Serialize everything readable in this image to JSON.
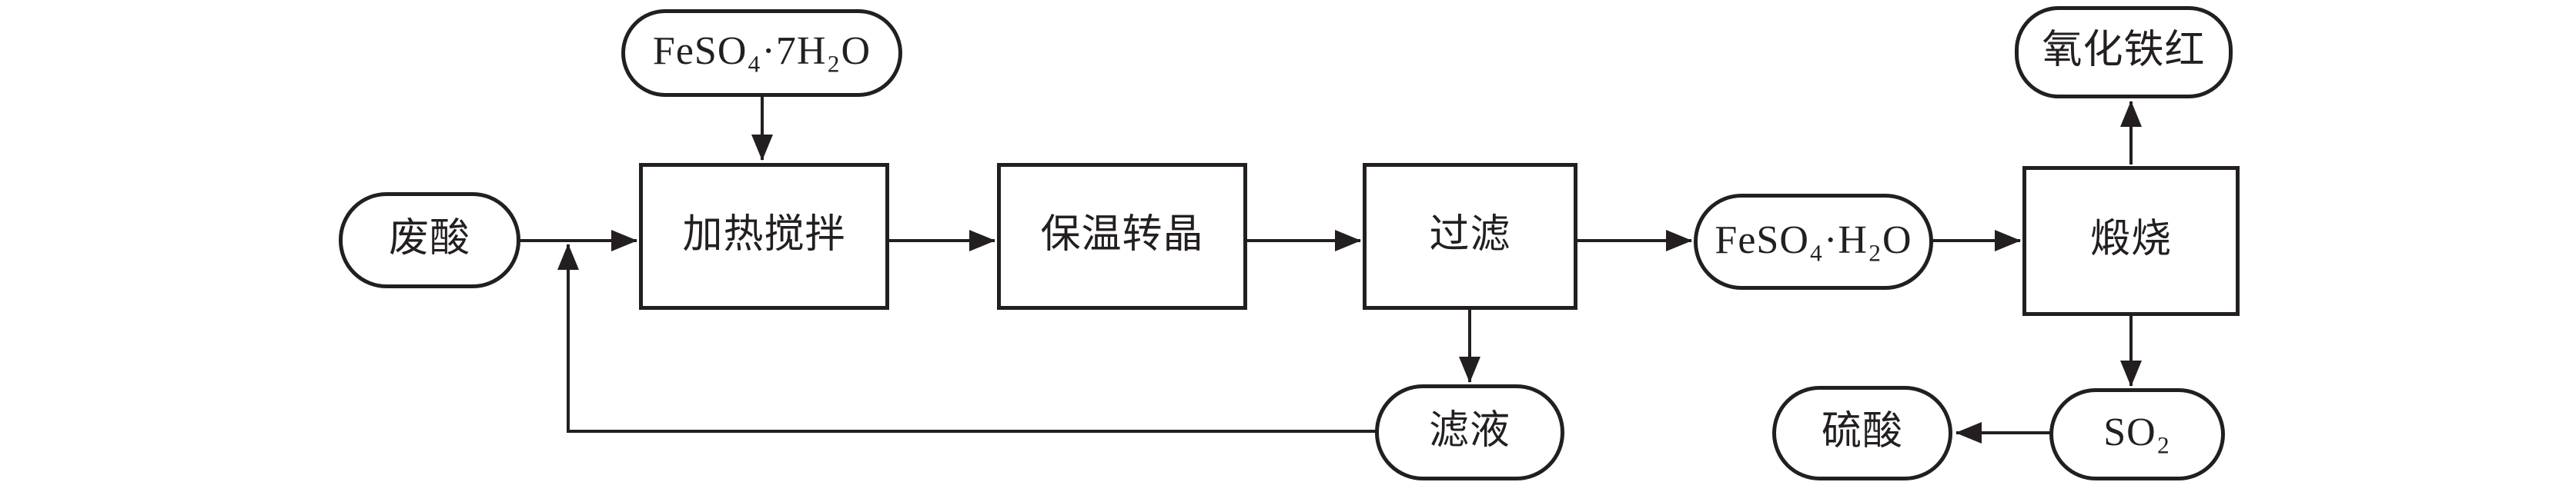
{
  "diagram": {
    "type": "process-flowchart",
    "language": "zh-CN",
    "background_color": "#ffffff",
    "line_color": "#231f20",
    "nodes": {
      "feso4_7h2o": {
        "label": "FeSO₄·7H₂O",
        "shape": "stadium",
        "role": "input-material"
      },
      "waste_acid": {
        "label": "废酸",
        "shape": "stadium",
        "role": "input-material"
      },
      "heat_stir": {
        "label": "加热搅拌",
        "shape": "rect",
        "role": "process-step"
      },
      "insulate_crystal": {
        "label": "保温转晶",
        "shape": "rect",
        "role": "process-step"
      },
      "filter": {
        "label": "过滤",
        "shape": "rect",
        "role": "process-step"
      },
      "feso4_h2o": {
        "label": "FeSO₄·H₂O",
        "shape": "stadium",
        "role": "intermediate"
      },
      "calcine": {
        "label": "煅烧",
        "shape": "rect",
        "role": "process-step"
      },
      "iron_oxide_red": {
        "label": "氧化铁红",
        "shape": "stadium",
        "role": "product"
      },
      "filtrate": {
        "label": "滤液",
        "shape": "stadium",
        "role": "byproduct-recycled"
      },
      "so2": {
        "label": "SO₂",
        "shape": "stadium",
        "role": "byproduct-gas"
      },
      "sulfuric_acid": {
        "label": "硫酸",
        "shape": "stadium",
        "role": "product"
      }
    },
    "edges": [
      {
        "from": "feso4_7h2o",
        "to": "heat_stir"
      },
      {
        "from": "waste_acid",
        "to": "heat_stir"
      },
      {
        "from": "heat_stir",
        "to": "insulate_crystal"
      },
      {
        "from": "insulate_crystal",
        "to": "filter"
      },
      {
        "from": "filter",
        "to": "feso4_h2o"
      },
      {
        "from": "feso4_h2o",
        "to": "calcine"
      },
      {
        "from": "calcine",
        "to": "iron_oxide_red"
      },
      {
        "from": "calcine",
        "to": "so2"
      },
      {
        "from": "so2",
        "to": "sulfuric_acid"
      },
      {
        "from": "filter",
        "to": "filtrate"
      },
      {
        "from": "filtrate",
        "to": "heat_stir",
        "note": "recycle line rejoining waste-acid feed arrow"
      }
    ]
  }
}
